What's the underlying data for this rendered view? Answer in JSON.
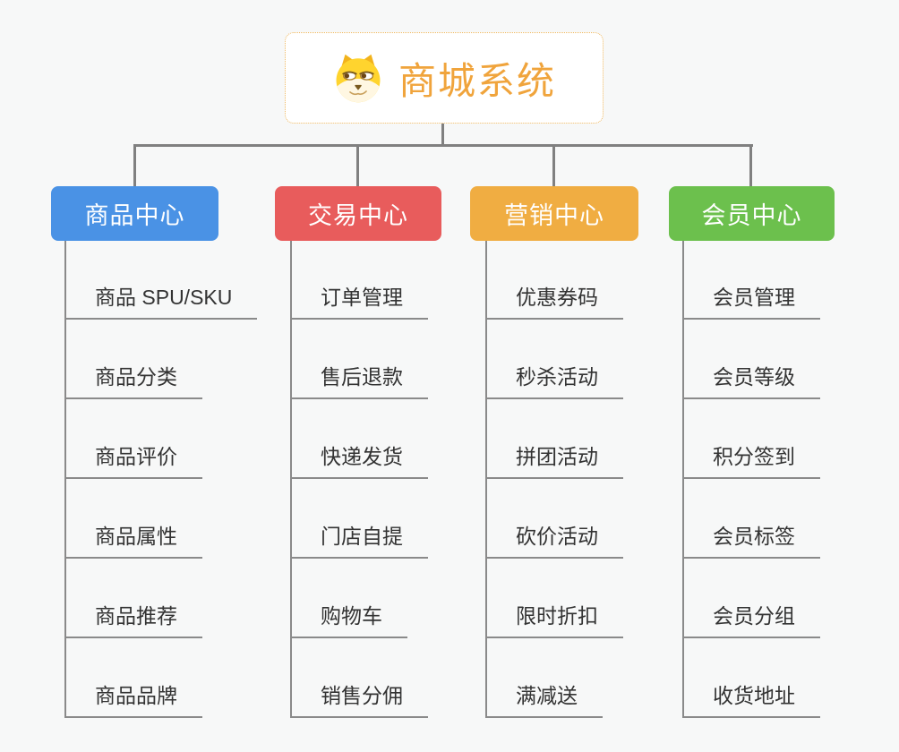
{
  "root": {
    "title": "商城系统",
    "accent_color": "#f0a43c",
    "border_color": "#efb85f",
    "icon": "doge-icon"
  },
  "connector_color": "#808080",
  "background_color": "#f7f8f8",
  "leaf_text_color": "#333333",
  "branches": [
    {
      "label": "商品中心",
      "color": "#4a92e5",
      "items": [
        "商品 SPU/SKU",
        "商品分类",
        "商品评价",
        "商品属性",
        "商品推荐",
        "商品品牌"
      ]
    },
    {
      "label": "交易中心",
      "color": "#e85c5c",
      "items": [
        "订单管理",
        "售后退款",
        "快递发货",
        "门店自提",
        "购物车",
        "销售分佣"
      ]
    },
    {
      "label": "营销中心",
      "color": "#f0ad42",
      "items": [
        "优惠券码",
        "秒杀活动",
        "拼团活动",
        "砍价活动",
        "限时折扣",
        "满减送"
      ]
    },
    {
      "label": "会员中心",
      "color": "#6cc04d",
      "items": [
        "会员管理",
        "会员等级",
        "积分签到",
        "会员标签",
        "会员分组",
        "收货地址"
      ]
    }
  ]
}
